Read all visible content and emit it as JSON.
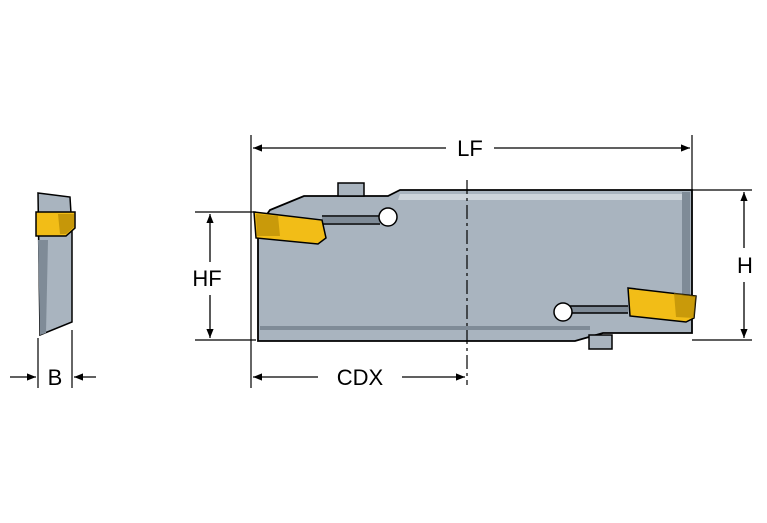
{
  "labels": {
    "lf": "LF",
    "h": "H",
    "hf": "HF",
    "cdx": "CDX",
    "b": "B"
  },
  "colors": {
    "body": "#a9b4bf",
    "body_shadow": "#7f8b97",
    "body_highlight": "#cdd4db",
    "insert": "#f2bd17",
    "insert_dark": "#a87d00",
    "outline": "#000000",
    "background": "#ffffff"
  }
}
